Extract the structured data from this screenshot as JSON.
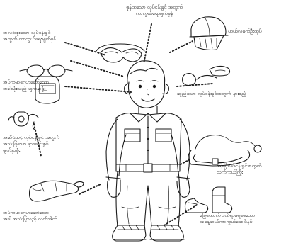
{
  "labels": {
    "top_center": "ဖုန်ထသော လုပ်ငန်းခွင် အတွက်\nကာကွယ်ရေးမျက်မှန်",
    "top_left": "အလင်းစူးသော လုပ်ငန်းခွင်\nအတွက် ကာကွယ်ရေးမျက်မှန်",
    "helmet": "ဟယ်လမက်ဦးထုပ်",
    "face_shield": "အပ်ကမာဂေဟဆော်သော\nအခါသုံးသည့် မျက်နှာဖုံး",
    "ear_muffs": "ဆူညံသော လုပ်ငန်းခွင်အတွက် နားစည့်",
    "respirator": "အဆိပ်သင့် လုပ်ငန်းခွင် အတွက်\nအသုံးပြုသော နှာခေါင်းစွပ်\nမျက်နှာဖုံး",
    "safety_belt": "အမြင့်လုပ်ငန်းခွင်အတွက်\nသက်ကယ်ကြိုး",
    "gloves": "အပ်ကမာဂေဟဆော်သော\nအခါ အသုံးပြုသည့် လက်အိတ်",
    "boots": "ခြေထောက် ဒဏ်ရာမရစေသော\nအနေ့ရာယ်ကာကွယ်ရေး ဖိနပ်"
  }
}
